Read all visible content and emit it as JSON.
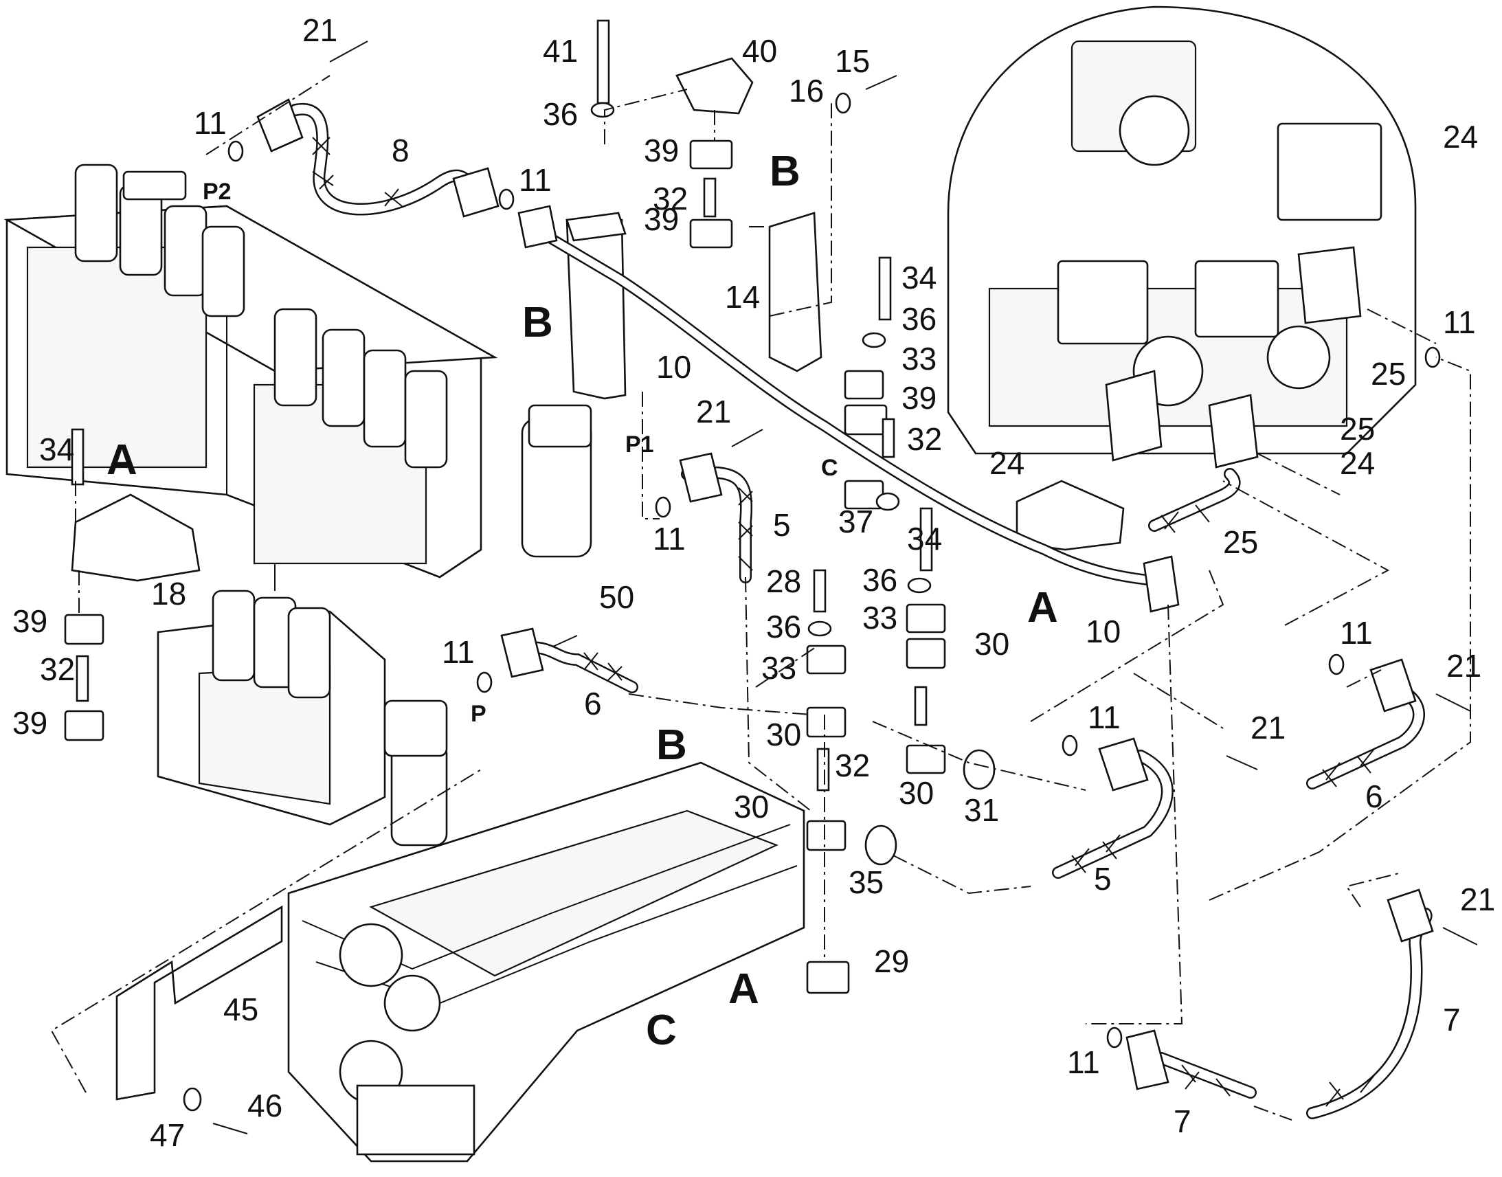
{
  "labels": {
    "n21a": "21",
    "n41": "41",
    "n40": "40",
    "n15": "15",
    "n16": "16",
    "n36a": "36",
    "n11a": "11",
    "n8": "8",
    "p2": "P2",
    "n11b": "11",
    "n39a": "39",
    "bTop": "B",
    "n32a": "32",
    "n39b": "39",
    "n24a": "24",
    "n34a": "34",
    "n14": "14",
    "n36b": "36",
    "n11c": "11",
    "bLeft": "B",
    "n33a": "33",
    "n10a": "10",
    "n25a": "25",
    "n39c": "39",
    "n25b": "25",
    "n21b": "21",
    "n32b": "32",
    "n24b": "24",
    "n24c": "24",
    "n34b": "34",
    "aLeft": "A",
    "p1": "P1",
    "c1": "C",
    "n5a": "5",
    "n11d": "11",
    "n37": "37",
    "n34c": "34",
    "n25c": "25",
    "n28": "28",
    "n36c": "36",
    "n18": "18",
    "n33b": "33",
    "aRight": "A",
    "n10b": "10",
    "n39d": "39",
    "n50": "50",
    "n36d": "36",
    "n30a": "30",
    "n32c": "32",
    "n11e": "11",
    "n33c": "33",
    "n11f": "11",
    "n21c": "21",
    "n39e": "39",
    "p": "P",
    "n6a": "6",
    "n30b": "30",
    "n32d": "32",
    "n11g": "11",
    "n21d": "21",
    "bBottom": "B",
    "n30c": "30",
    "n31": "31",
    "n6b": "6",
    "n30d": "30",
    "n35": "35",
    "n5b": "5",
    "n21e": "21",
    "n29": "29",
    "n45": "45",
    "aBottom": "A",
    "cBottom": "C",
    "n7a": "7",
    "n46": "46",
    "n47": "47",
    "n11h": "11",
    "n7b": "7"
  }
}
